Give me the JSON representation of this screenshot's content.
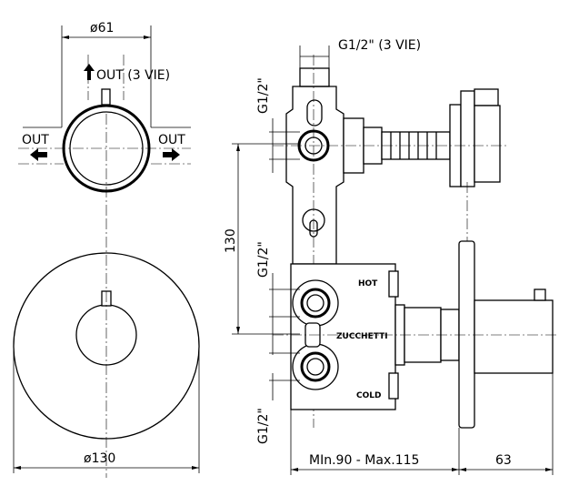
{
  "top_view": {
    "diameter_label": "ø61",
    "out_up_label": "OUT (3 VIE)",
    "out_left_label": "OUT",
    "out_right_label": "OUT"
  },
  "front_view": {
    "diameter_label": "ø130"
  },
  "side_view": {
    "top_connection_label": "G1/2\" (3 VIE)",
    "g_upper_label": "G1/2\"",
    "g_middle_label": "G1/2\"",
    "g_lower_label": "G1/2\"",
    "height_label": "130",
    "hot_label": "HOT",
    "brand_label": "ZUCCHETTI",
    "cold_label": "COLD",
    "depth_label": "MIn.90 - Max.115",
    "handle_label": "63"
  }
}
